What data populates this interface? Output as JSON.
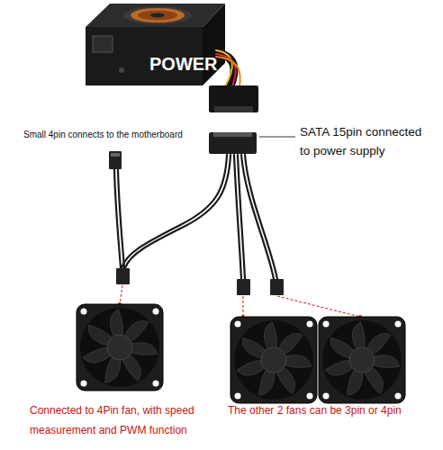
{
  "diagram": {
    "labels": [
      "POWER",
      "Small 4pin connects to the motherboard",
      "SATA 15pin connected to power supply",
      "Connected to 4Pin fan, with speed measurement and PWM function",
      "The other 2 fans can be 3pin or 4pin"
    ]
  }
}
